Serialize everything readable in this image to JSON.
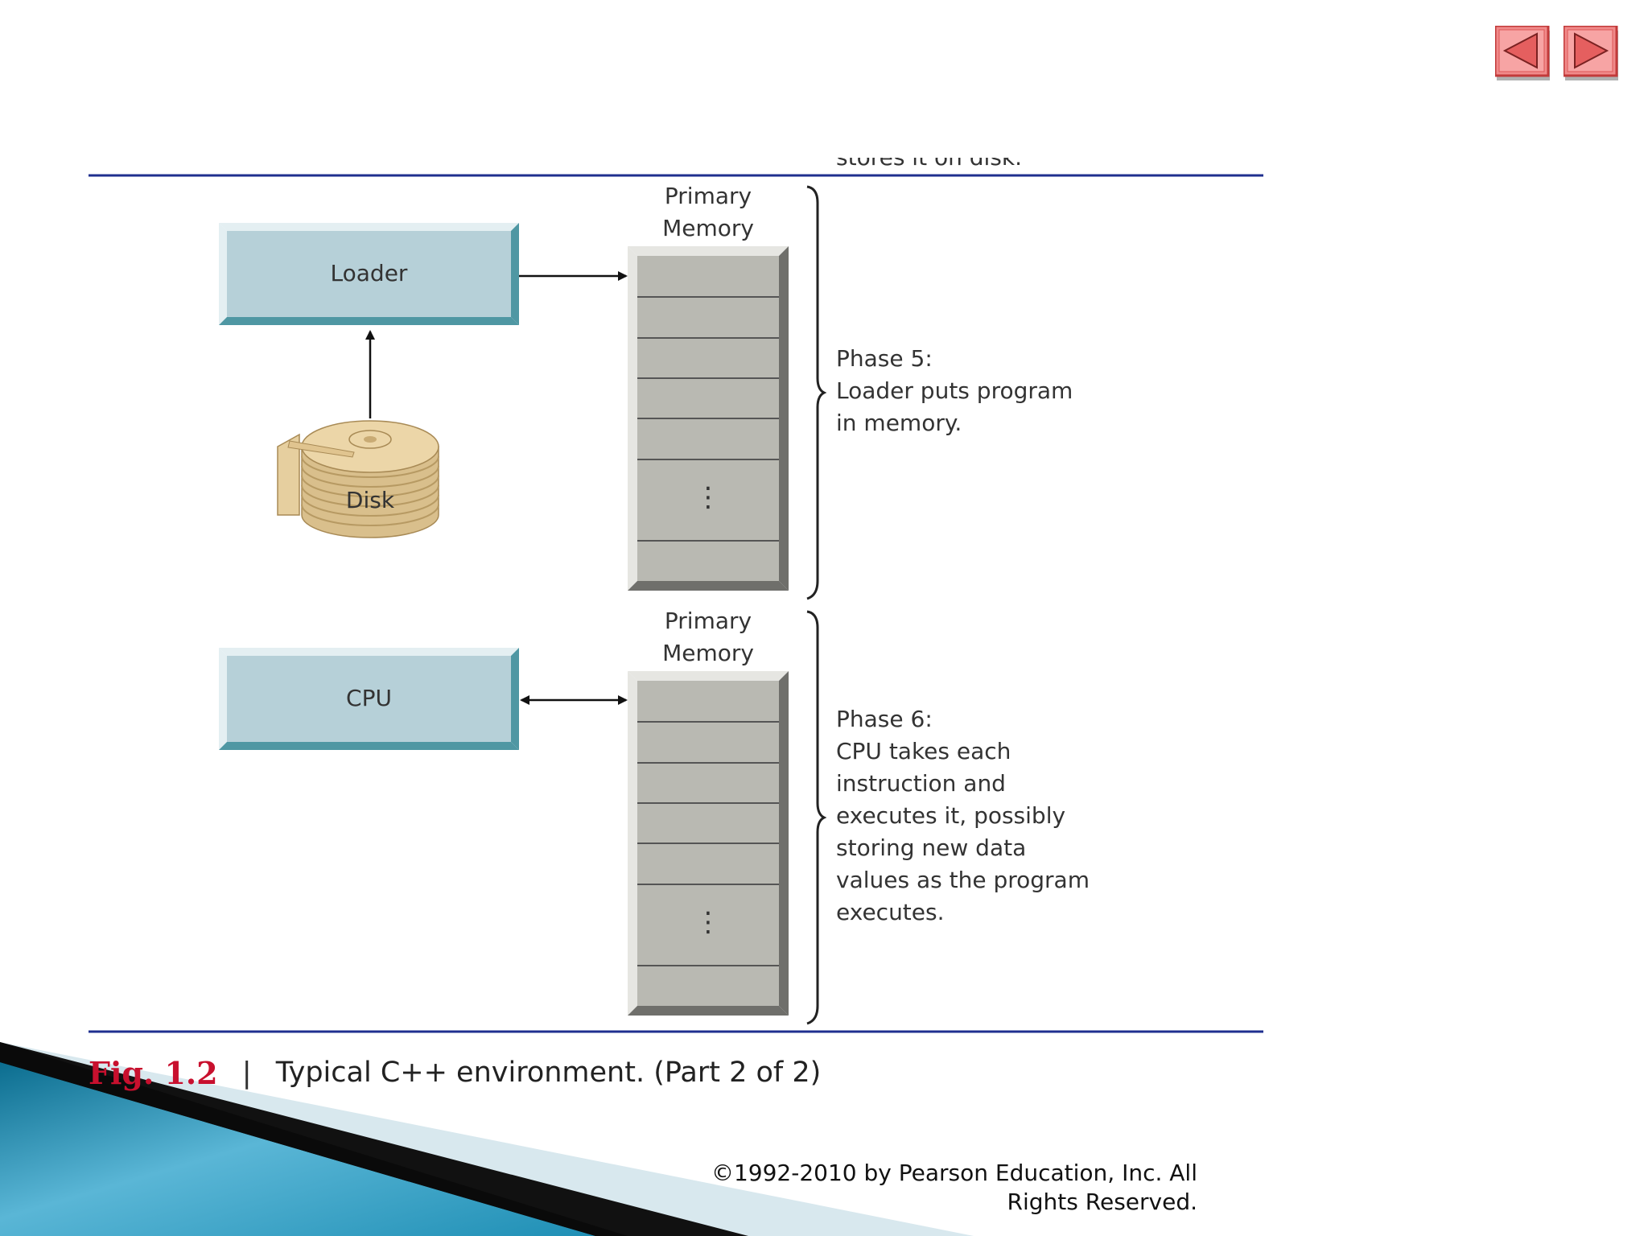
{
  "nav": {
    "prev_label": "Previous slide",
    "next_label": "Next slide"
  },
  "figure": {
    "phase4_cut_text": "stores it on disk.",
    "upper": {
      "memory_label_line1": "Primary",
      "memory_label_line2": "Memory",
      "loader_label": "Loader",
      "disk_label": "Disk",
      "phase_lines": [
        "Phase 5:",
        "Loader puts program",
        "in memory."
      ]
    },
    "lower": {
      "memory_label_line1": "Primary",
      "memory_label_line2": "Memory",
      "cpu_label": "CPU",
      "phase_lines": [
        "Phase 6:",
        "CPU takes each",
        "instruction and",
        "executes it, possibly",
        "storing new data",
        "values as the program",
        "executes."
      ]
    },
    "ellipsis": "⋮"
  },
  "caption": {
    "number": "Fig. 1.2",
    "separator": "|",
    "text": "Typical C++ environment. (Part 2 of 2)"
  },
  "footer": {
    "copyright_line1": "©1992-2010 by Pearson Education, Inc. All",
    "copyright_line2": "Rights Reserved."
  },
  "colors": {
    "rule": "#1f2f8f",
    "box_fill": "#b6d0d8",
    "box_shadow": "#4f97a3",
    "memory_fill": "#b9b9b2",
    "disk": "#d9bf8c",
    "caption_red": "#c8102e",
    "nav_red": "#e46b6b"
  }
}
